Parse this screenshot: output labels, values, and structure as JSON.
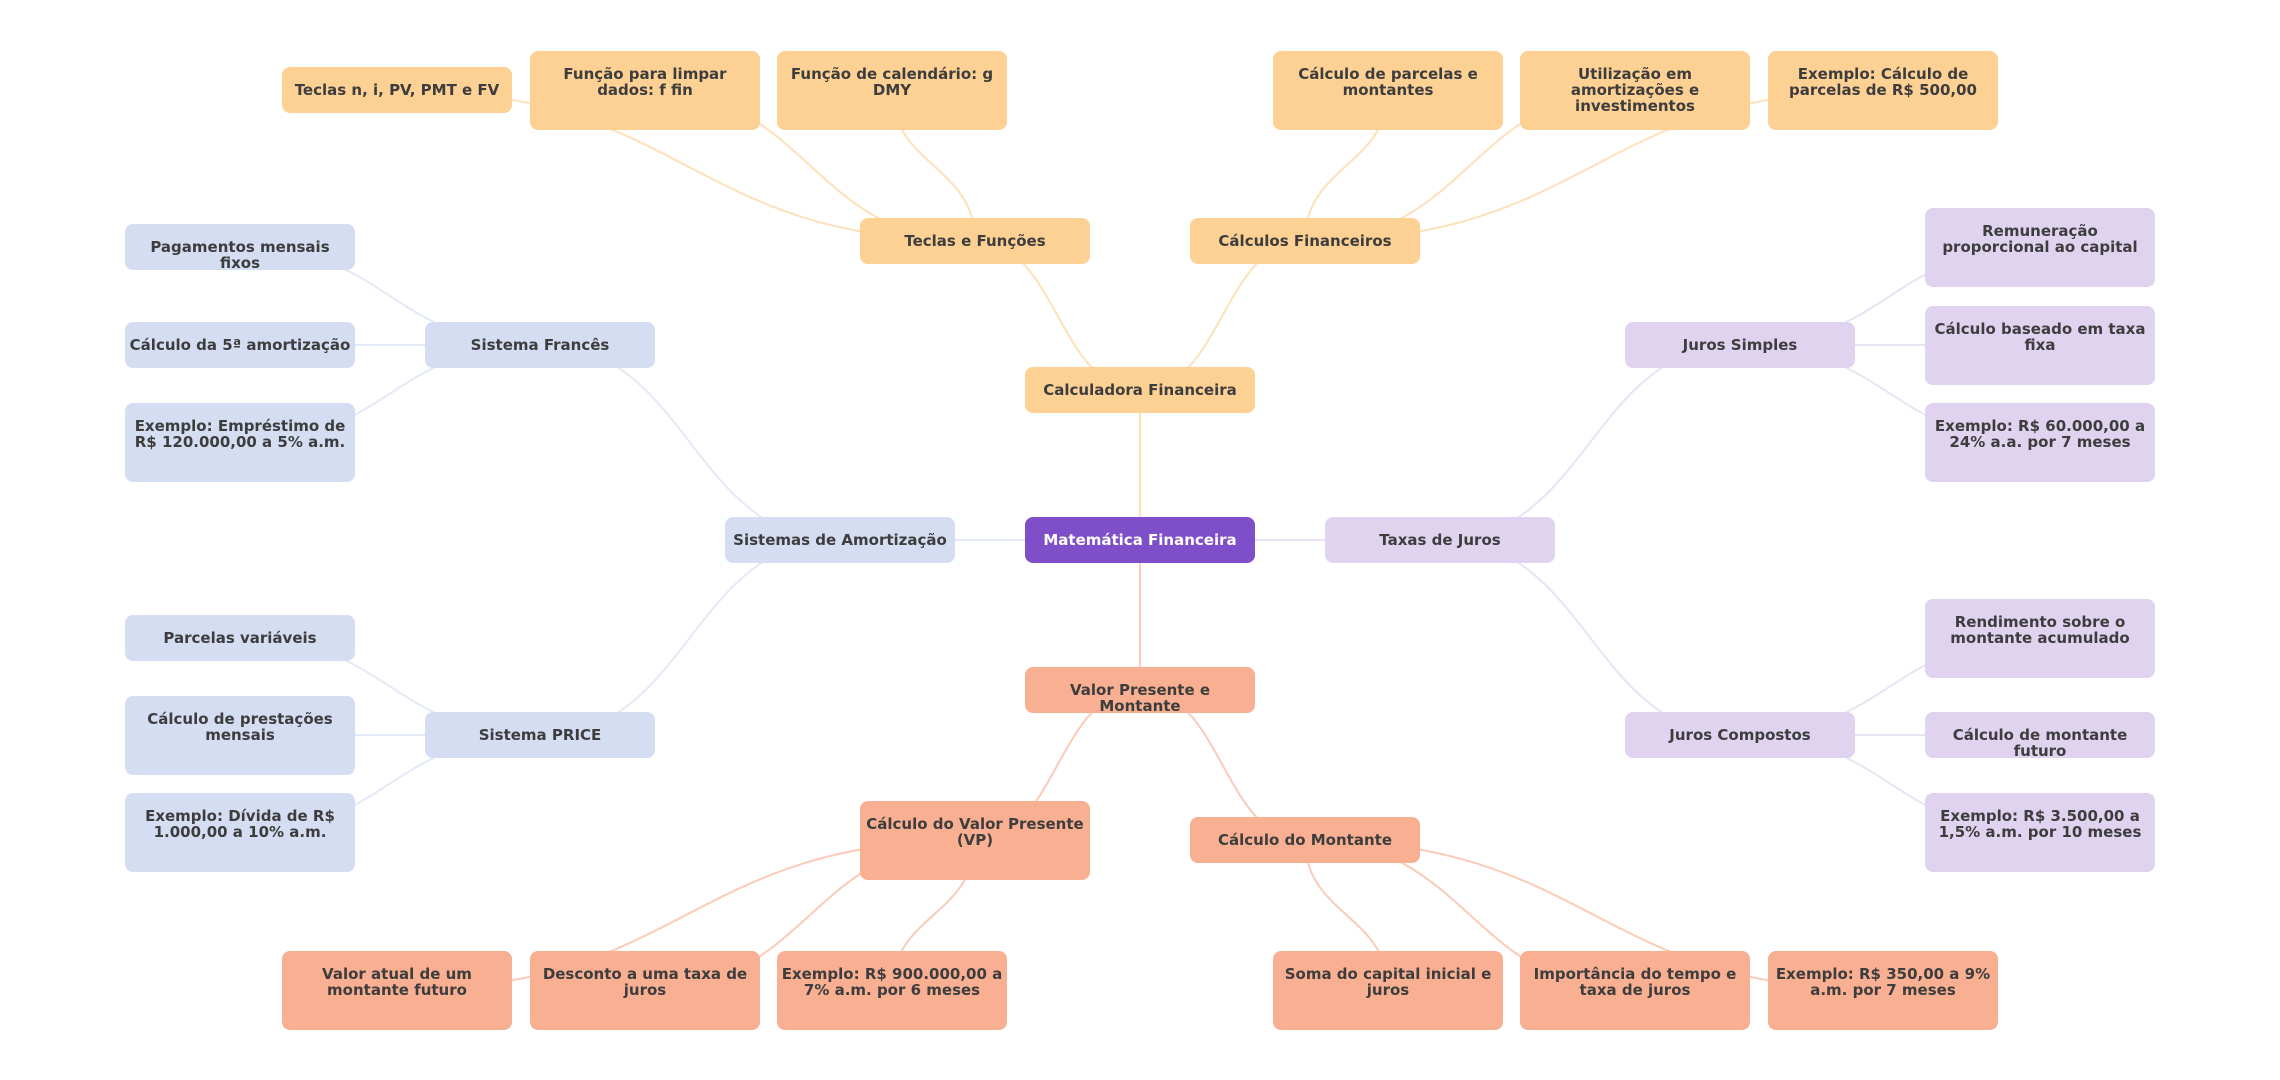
{
  "title": "Matemática Financeira",
  "colors": {
    "root": "#7f4fc9",
    "calculadora": "#fdd094",
    "amortizacao": "#d5ddf2",
    "juros": "#dfd3f0",
    "valor_presente": "#f9af91",
    "text": "#3d3d3d"
  },
  "nodes": {
    "root": "Matemática Financeira",
    "calculadora": "Calculadora Financeira",
    "teclas_funcoes": "Teclas e Funções",
    "teclas_npv": "Teclas n, i, PV, PMT e FV",
    "funcao_limpar": "Função para limpar dados: f fin",
    "funcao_calendario": "Função de calendário: g DMY",
    "calculos_financeiros": "Cálculos Financeiros",
    "calculo_parcelas": "Cálculo de parcelas e montantes",
    "utilizacao": "Utilização em amortizações e investimentos",
    "exemplo_parcelas": "Exemplo: Cálculo de parcelas de R$ 500,00",
    "amortizacao": "Sistemas de Amortização",
    "sistema_frances": "Sistema Francês",
    "pagamentos_fixos": "Pagamentos mensais fixos",
    "calculo_5a": "Cálculo da 5ª amortização",
    "exemplo_emprestimo": "Exemplo: Empréstimo de R$ 120.000,00 a 5% a.m.",
    "sistema_price": "Sistema PRICE",
    "parcelas_variaveis": "Parcelas variáveis",
    "calculo_prestacoes": "Cálculo de prestações mensais",
    "exemplo_divida": "Exemplo: Dívida de R$ 1.000,00 a 10% a.m.",
    "taxas_juros": "Taxas de Juros",
    "juros_simples": "Juros Simples",
    "remuneracao": "Remuneração proporcional ao capital",
    "calculo_taxa_fixa": "Cálculo baseado em taxa fixa",
    "exemplo_60000": "Exemplo: R$ 60.000,00 a 24% a.a. por 7 meses",
    "juros_compostos": "Juros Compostos",
    "rendimento": "Rendimento sobre o montante acumulado",
    "montante_futuro": "Cálculo de montante futuro",
    "exemplo_3500": "Exemplo: R$ 3.500,00 a 1,5% a.m. por 10 meses",
    "valor_presente_montante": "Valor Presente e Montante",
    "calculo_vp": "Cálculo do Valor Presente (VP)",
    "valor_atual": "Valor atual de um montante futuro",
    "desconto": "Desconto a uma taxa de juros",
    "exemplo_900000": "Exemplo: R$ 900.000,00 a 7% a.m. por 6 meses",
    "calculo_montante": "Cálculo do Montante",
    "soma_capital": "Soma do capital inicial e juros",
    "importancia_tempo": "Importância do tempo e taxa de juros",
    "exemplo_350": "Exemplo: R$ 350,00 a 9% a.m. por 7 meses"
  },
  "edges": [
    [
      "root",
      "calculadora"
    ],
    [
      "root",
      "amortizacao"
    ],
    [
      "root",
      "taxas_juros"
    ],
    [
      "root",
      "valor_presente_montante"
    ],
    [
      "calculadora",
      "teclas_funcoes"
    ],
    [
      "calculadora",
      "calculos_financeiros"
    ],
    [
      "teclas_funcoes",
      "teclas_npv"
    ],
    [
      "teclas_funcoes",
      "funcao_limpar"
    ],
    [
      "teclas_funcoes",
      "funcao_calendario"
    ],
    [
      "calculos_financeiros",
      "calculo_parcelas"
    ],
    [
      "calculos_financeiros",
      "utilizacao"
    ],
    [
      "calculos_financeiros",
      "exemplo_parcelas"
    ],
    [
      "amortizacao",
      "sistema_frances"
    ],
    [
      "amortizacao",
      "sistema_price"
    ],
    [
      "sistema_frances",
      "pagamentos_fixos"
    ],
    [
      "sistema_frances",
      "calculo_5a"
    ],
    [
      "sistema_frances",
      "exemplo_emprestimo"
    ],
    [
      "sistema_price",
      "parcelas_variaveis"
    ],
    [
      "sistema_price",
      "calculo_prestacoes"
    ],
    [
      "sistema_price",
      "exemplo_divida"
    ],
    [
      "taxas_juros",
      "juros_simples"
    ],
    [
      "taxas_juros",
      "juros_compostos"
    ],
    [
      "juros_simples",
      "remuneracao"
    ],
    [
      "juros_simples",
      "calculo_taxa_fixa"
    ],
    [
      "juros_simples",
      "exemplo_60000"
    ],
    [
      "juros_compostos",
      "rendimento"
    ],
    [
      "juros_compostos",
      "montante_futuro"
    ],
    [
      "juros_compostos",
      "exemplo_3500"
    ],
    [
      "valor_presente_montante",
      "calculo_vp"
    ],
    [
      "valor_presente_montante",
      "calculo_montante"
    ],
    [
      "calculo_vp",
      "valor_atual"
    ],
    [
      "calculo_vp",
      "desconto"
    ],
    [
      "calculo_vp",
      "exemplo_900000"
    ],
    [
      "calculo_montante",
      "soma_capital"
    ],
    [
      "calculo_montante",
      "importancia_tempo"
    ],
    [
      "calculo_montante",
      "exemplo_350"
    ]
  ]
}
